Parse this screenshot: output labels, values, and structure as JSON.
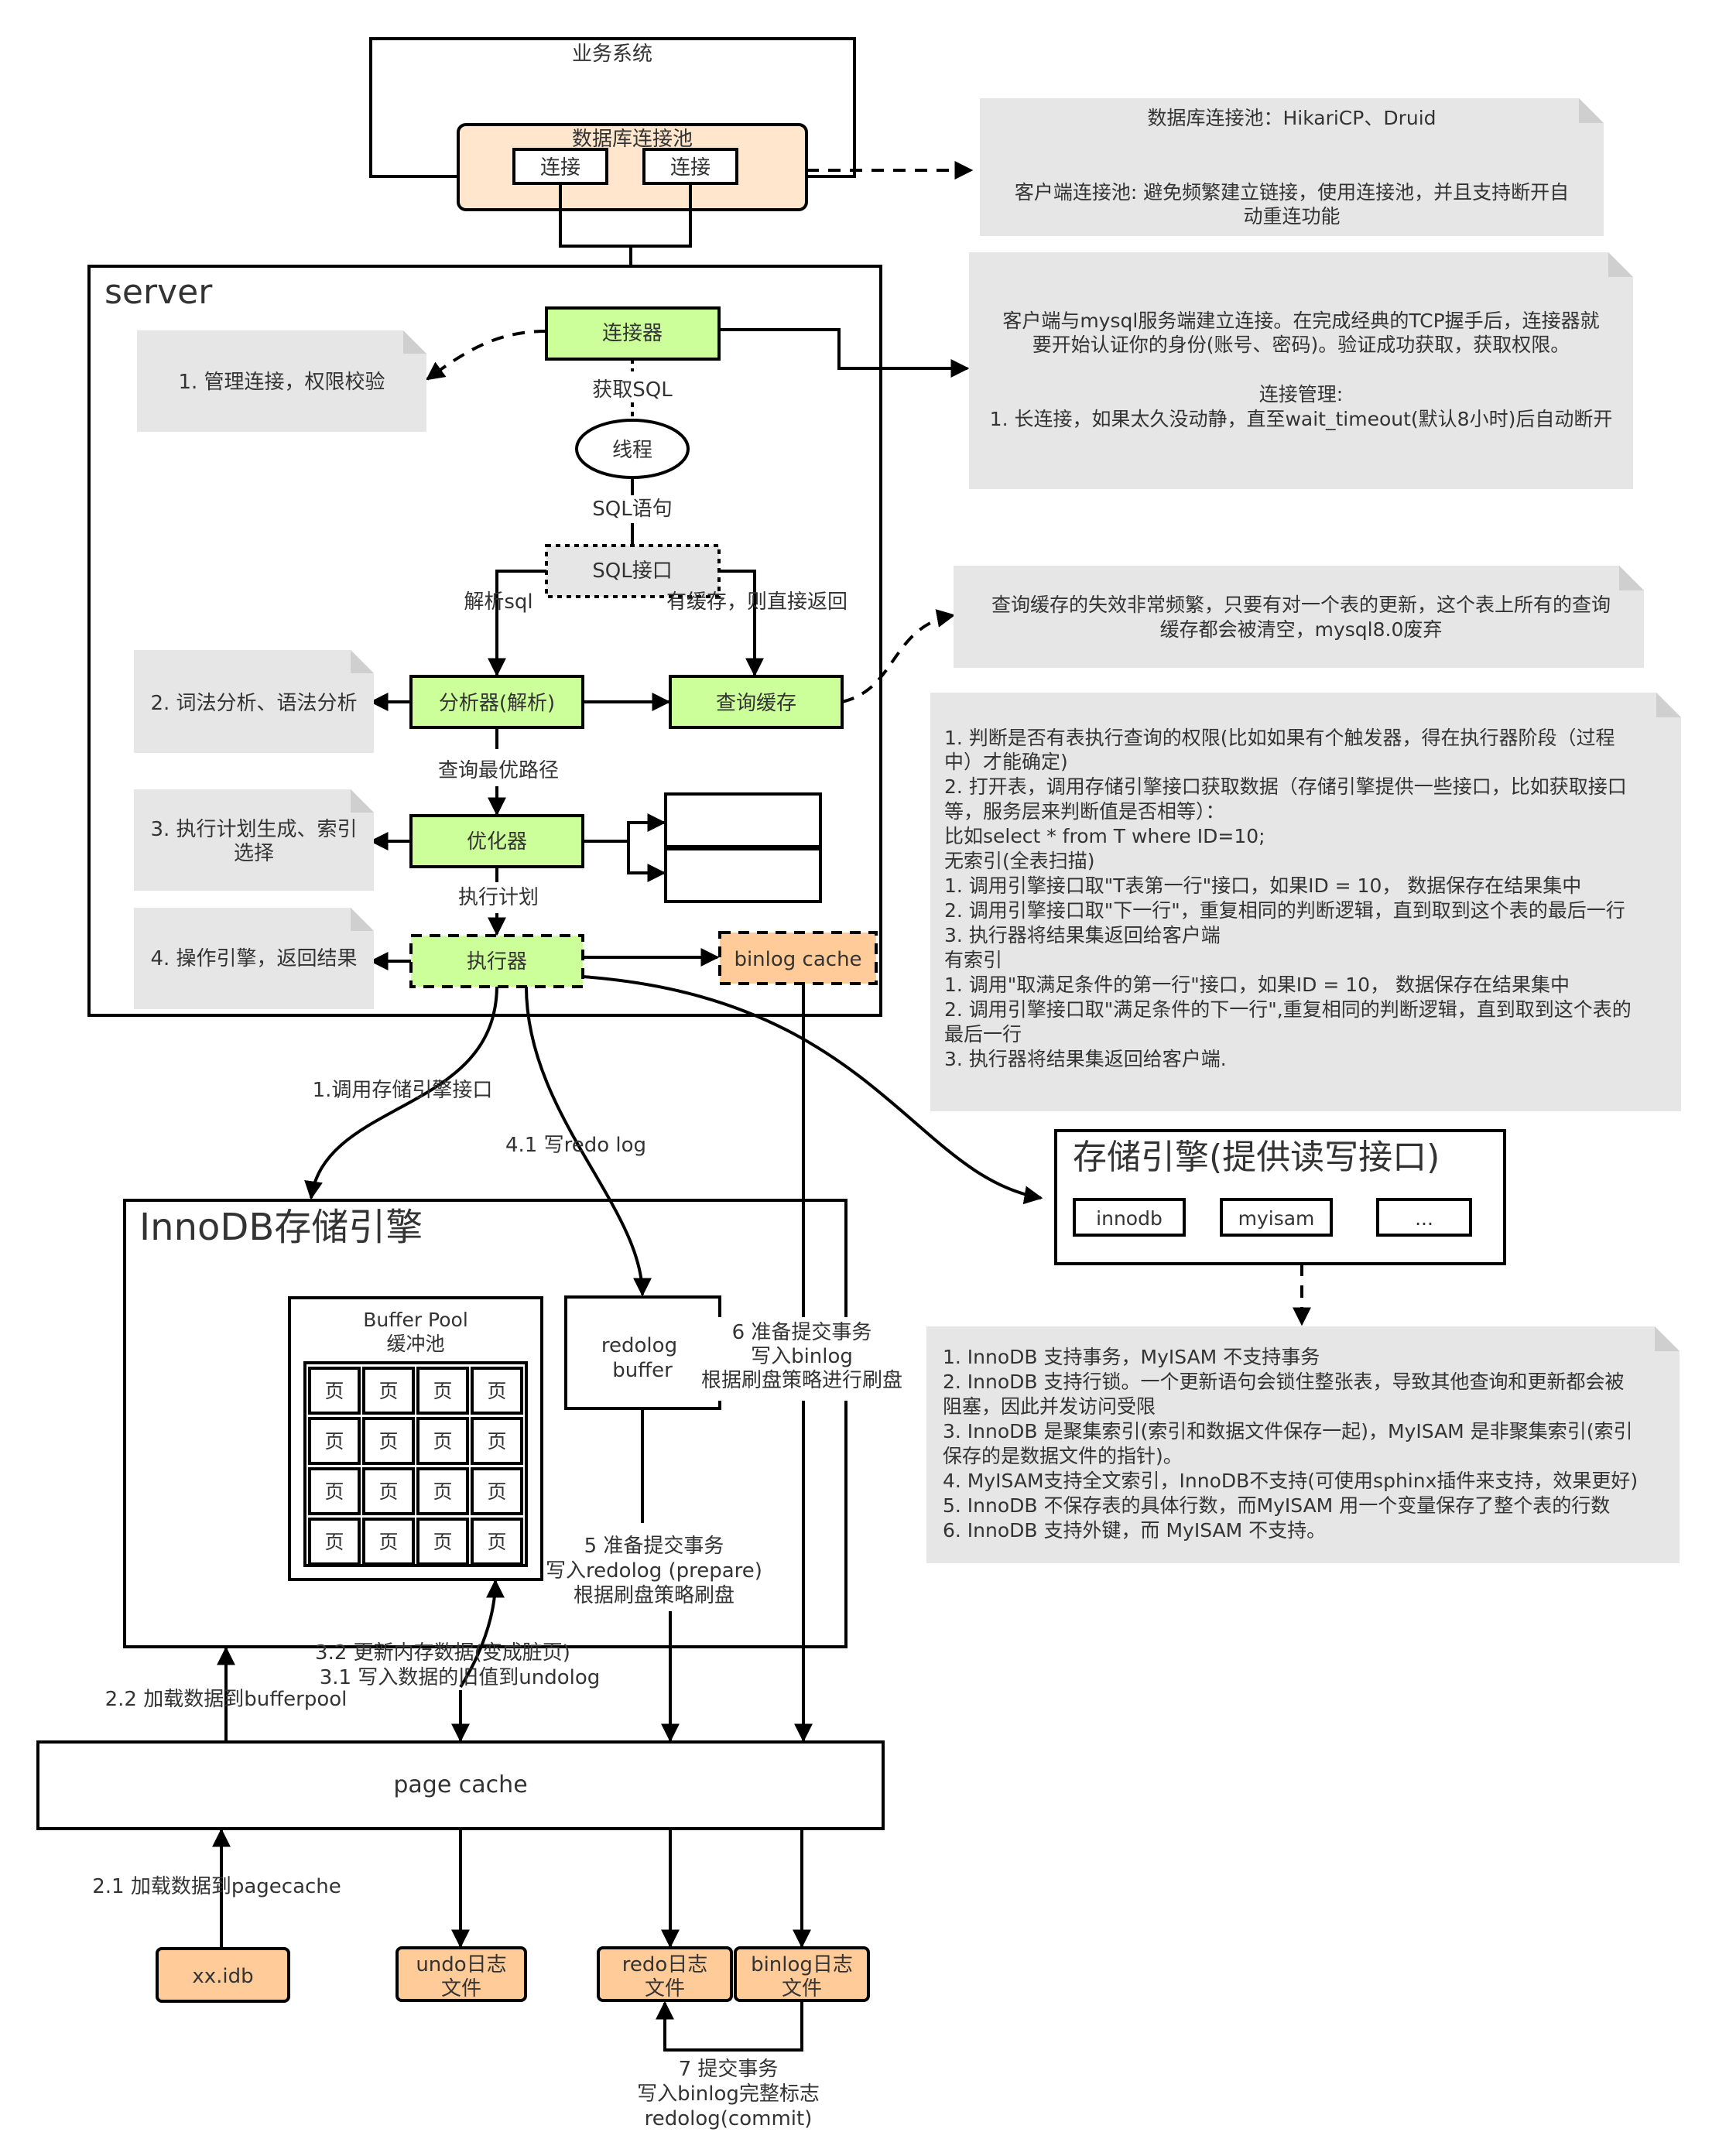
{
  "top": {
    "business_system": "业务系统",
    "pool_title": "数据库连接池",
    "conn_1": "连接",
    "conn_2": "连接"
  },
  "notes": {
    "pool_note_1": "数据库连接池：HikariCP、Druid",
    "pool_note_2a": "客户端连接池: 避免频繁建立链接，使用连接池，并且支持断开自",
    "pool_note_2b": "动重连功能",
    "connector_note": [
      "客户端与mysql服务端建立连接。在完成经典的TCP握手后，连接器就",
      "要开始认证你的身份(账号、密码)。验证成功获取，获取权限。",
      "",
      "连接管理:",
      "1. 长连接，如果太久没动静，直至wait_timeout(默认8小时)后自动断开"
    ],
    "cache_note": [
      "查询缓存的失效非常频繁，只要有对一个表的更新，这个表上所有的查询",
      "缓存都会被清空，mysql8.0废弃"
    ],
    "executor_note": [
      "1. 判断是否有表执行查询的权限(比如如果有个触发器，得在执行器阶段（过程",
      "中）才能确定)",
      "2. 打开表，调用存储引擎接口获取数据（存储引擎提供一些接口，比如获取接口",
      "等，服务层来判断值是否相等）：",
      "比如select * from T where ID=10;",
      "无索引(全表扫描)",
      "1. 调用引擎接口取\"T表第一行\"接口，如果ID = 10， 数据保存在结果集中",
      "2. 调用引擎接口取\"下一行\"，重复相同的判断逻辑，直到取到这个表的最后一行",
      "3. 执行器将结果集返回给客户端",
      "有索引",
      "1. 调用\"取满足条件的第一行\"接口，如果ID = 10， 数据保存在结果集中",
      "2. 调用引擎接口取\"满足条件的下一行\",重复相同的判断逻辑，直到取到这个表的",
      "最后一行",
      "3. 执行器将结果集返回给客户端."
    ],
    "engine_note": [
      "1. InnoDB 支持事务，MyISAM 不支持事务",
      "2. InnoDB 支持行锁。一个更新语句会锁住整张表，导致其他查询和更新都会被",
      "阻塞，因此并发访问受限",
      "3. InnoDB 是聚集索引(索引和数据文件保存一起)，MyISAM 是非聚集索引(索引",
      "保存的是数据文件的指针)。",
      "4. MyISAM支持全文索引，InnoDB不支持(可使用sphinx插件来支持，效果更好)",
      "5. InnoDB 不保存表的具体行数，而MyISAM 用一个变量保存了整个表的行数",
      "6. InnoDB 支持外键，而 MyISAM 不支持。"
    ],
    "step1": "1. 管理连接，权限校验",
    "step2": "2. 词法分析、语法分析",
    "step3a": "3. 执行计划生成、索引",
    "step3b": "选择",
    "step4": "4. 操作引擎，返回结果"
  },
  "server": {
    "title": "server",
    "connector": "连接器",
    "get_sql": "获取SQL",
    "thread": "线程",
    "sql_stmt": "SQL语句",
    "sql_iface": "SQL接口",
    "parse_sql": "解析sql",
    "cache_hit": "有缓存，则直接返回",
    "analyzer": "分析器(解析)",
    "query_cache": "查询缓存",
    "best_path": "查询最优路径",
    "optimizer": "优化器",
    "exec_plan": "执行计划",
    "executor": "执行器",
    "binlog_cache": "binlog cache"
  },
  "engine": {
    "title": "存储引擎(提供读写接口)",
    "innodb": "innodb",
    "myisam": "myisam",
    "more": "..."
  },
  "flow": {
    "call_engine": "1.调用存储引擎接口",
    "write_redo": "4.1 写redo log",
    "prepare_binlog_1": "6 准备提交事务",
    "prepare_binlog_2": "写入binlog",
    "prepare_binlog_3": "根据刷盘策略进行刷盘",
    "prepare_redo_1": "5 准备提交事务",
    "prepare_redo_2": "写入redolog (prepare)",
    "prepare_redo_3": "根据刷盘策略刷盘",
    "update_mem": "3.2 更新内存数据(变成脏页)",
    "write_undo": "3.1 写入数据的旧值到undolog",
    "load_bp": "2.2 加载数据到bufferpool",
    "load_pc": "2.1 加载数据到pagecache",
    "commit_1": "7 提交事务",
    "commit_2": "写入binlog完整标志",
    "commit_3": "redolog(commit)"
  },
  "innodb": {
    "title": "InnoDB存储引擎",
    "bp_title_1": "Buffer Pool",
    "bp_title_2": "缓冲池",
    "page": "页",
    "redo_buf_1": "redolog",
    "redo_buf_2": "buffer",
    "page_cache": "page cache"
  },
  "files": {
    "idb": "xx.idb",
    "undo_1": "undo日志",
    "undo_2": "文件",
    "redo_1": "redo日志",
    "redo_2": "文件",
    "binlog_1": "binlog日志",
    "binlog_2": "文件"
  }
}
